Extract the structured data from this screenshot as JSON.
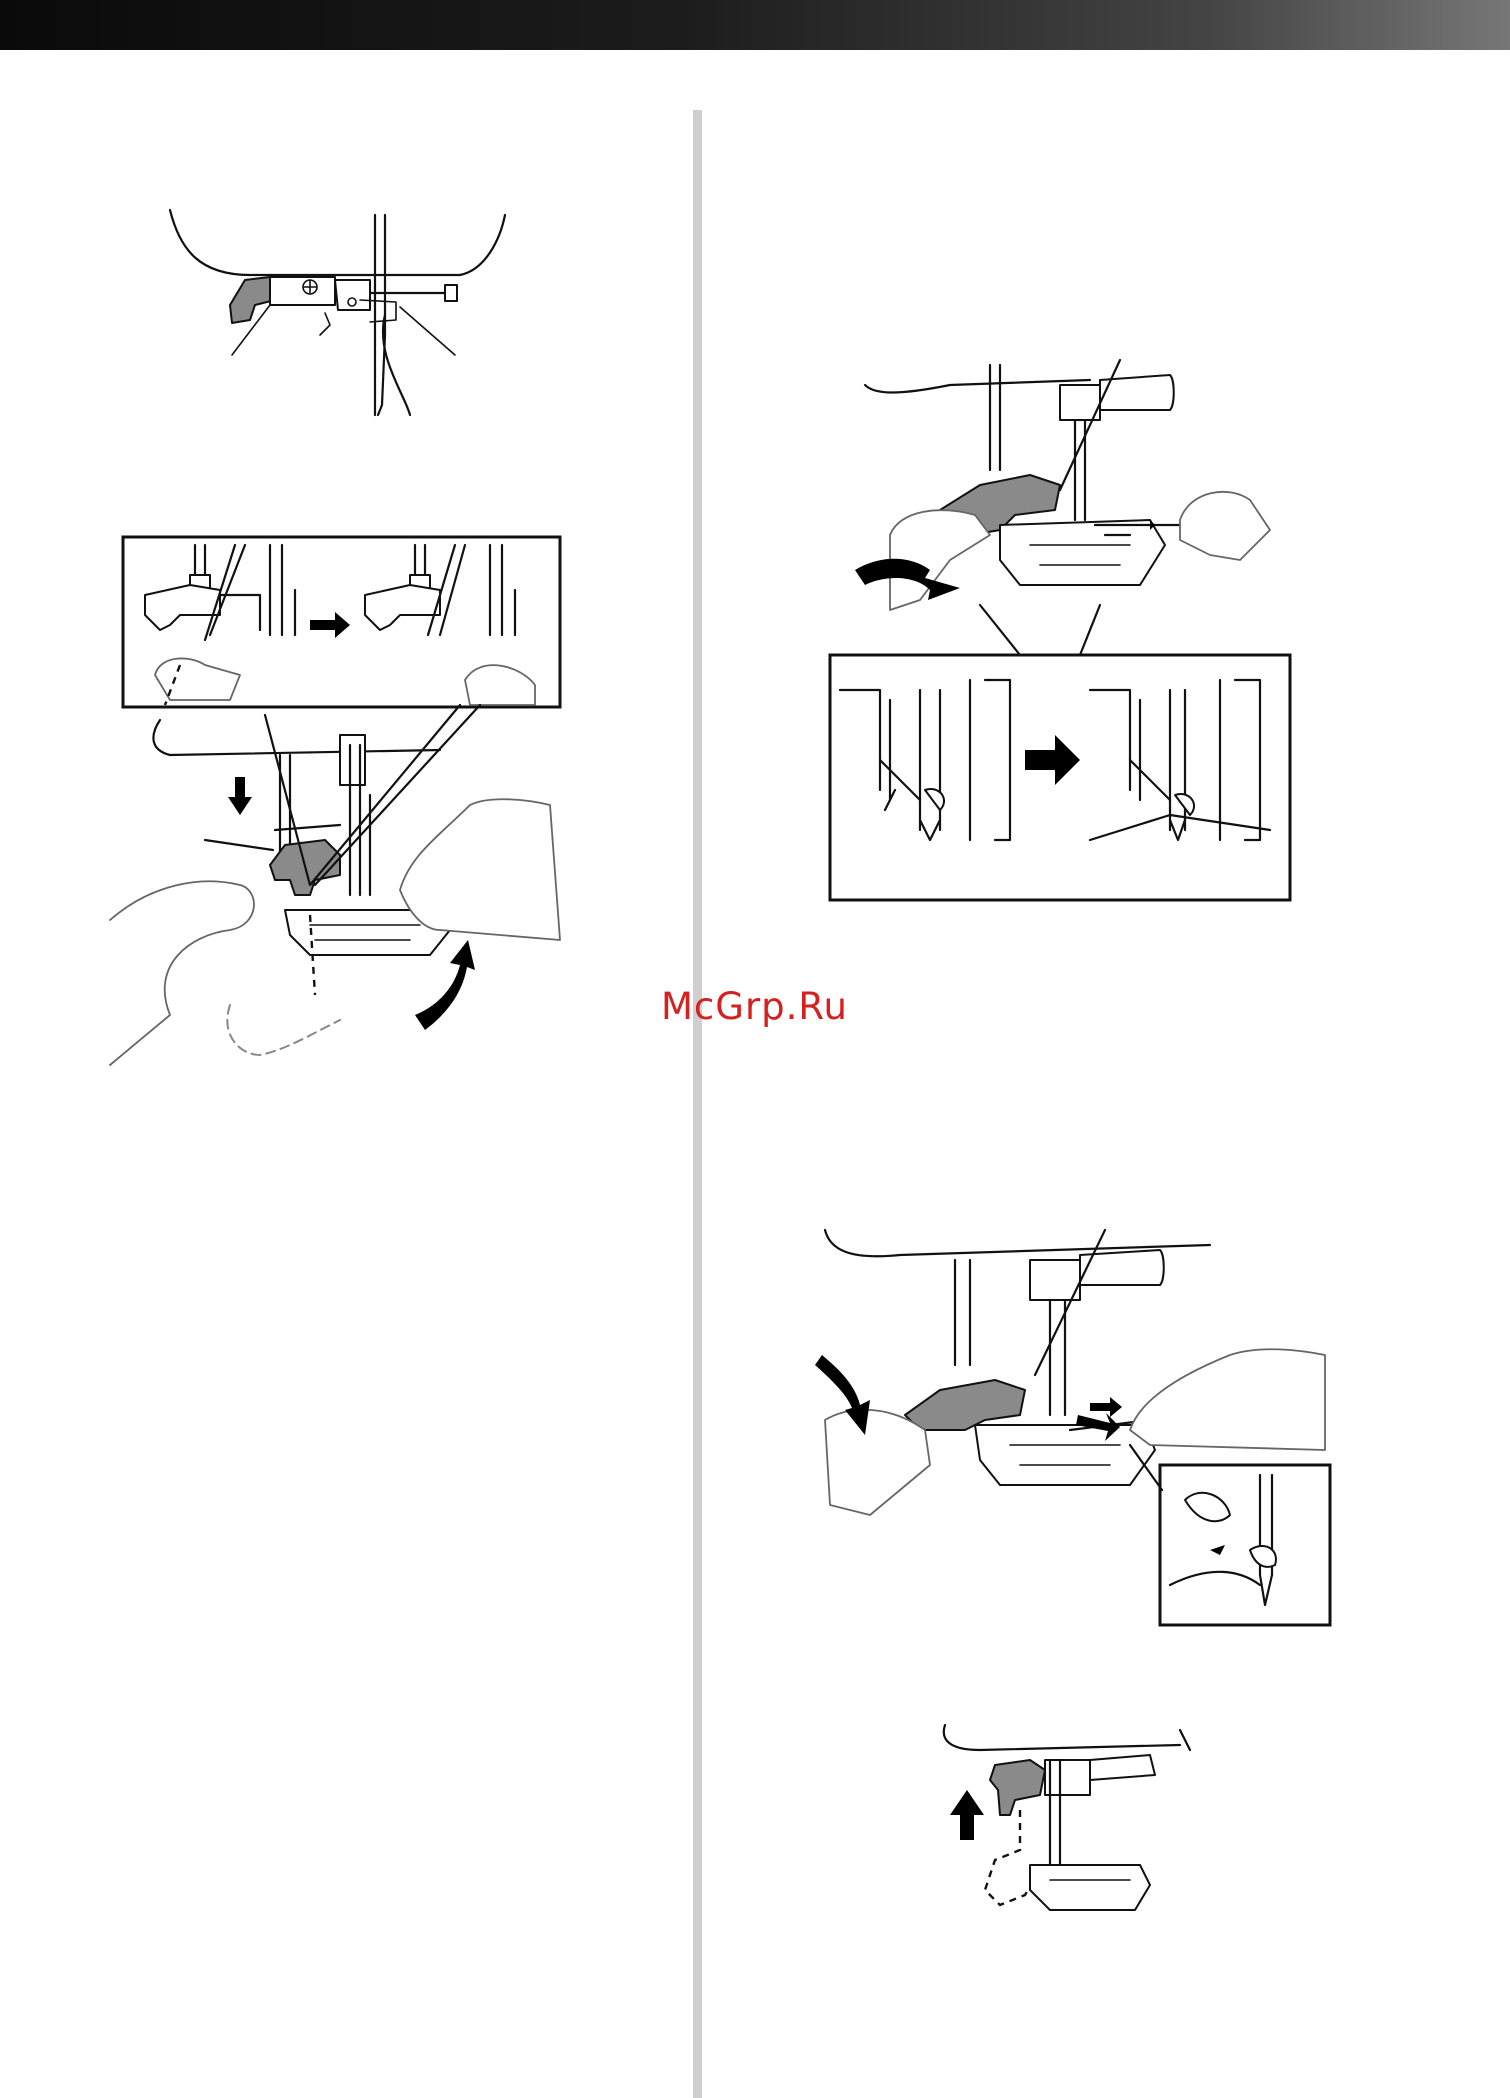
{
  "header": {
    "bar_color_start": "#0a0a0a",
    "bar_color_end": "#777777"
  },
  "watermark": {
    "text": "McGrp.Ru",
    "color": "#d62020"
  },
  "illustrations": [
    {
      "id": "fig-threader-lever-closeup",
      "icon": "needle-threader-lever"
    },
    {
      "id": "fig-lowering-threader-with-inset",
      "icon": "hand-lowering-threader"
    },
    {
      "id": "fig-hook-through-needle-eye",
      "icon": "hand-pulling-thread"
    },
    {
      "id": "fig-releasing-lever-loop",
      "icon": "hand-releasing-threader"
    },
    {
      "id": "fig-presser-foot-raise",
      "icon": "presser-foot-up-arrow"
    }
  ]
}
